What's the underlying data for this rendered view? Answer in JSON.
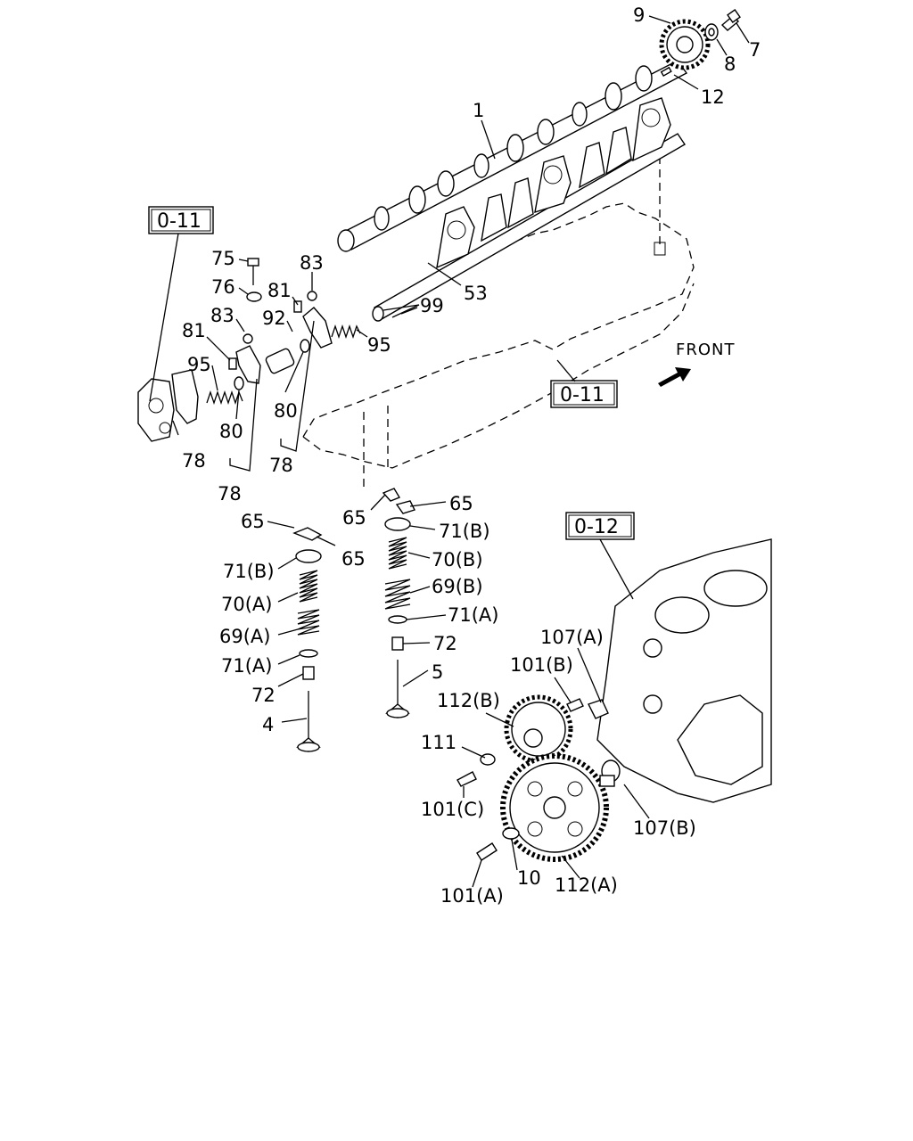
{
  "diagram": {
    "front_label": "FRONT",
    "reference_boxes": [
      "0-11",
      "0-11",
      "0-12"
    ],
    "callouts": {
      "p9": "9",
      "p7": "7",
      "p8": "8",
      "p12": "12",
      "p1": "1",
      "p53": "53",
      "p99": "99",
      "p75": "75",
      "p76": "76",
      "p83a": "83",
      "p81a": "81",
      "p92": "92",
      "p83b": "83",
      "p81b": "81",
      "p95a": "95",
      "p95b": "95",
      "p80a": "80",
      "p80b": "80",
      "p78a": "78",
      "p78b": "78",
      "p78c": "78",
      "p65a": "65",
      "p65b": "65",
      "p65c": "65",
      "p65d": "65",
      "p71b_l": "71(B)",
      "p70a": "70(A)",
      "p69a": "69(A)",
      "p71a_l": "71(A)",
      "p72l": "72",
      "p4": "4",
      "p71b_r": "71(B)",
      "p70b": "70(B)",
      "p69b": "69(B)",
      "p71a_r": "71(A)",
      "p72r": "72",
      "p5": "5",
      "p107a": "107(A)",
      "p101b": "101(B)",
      "p112b": "112(B)",
      "p111": "111",
      "p101c": "101(C)",
      "p107b": "107(B)",
      "p101a": "101(A)",
      "p10": "10",
      "p112a": "112(A)"
    }
  }
}
